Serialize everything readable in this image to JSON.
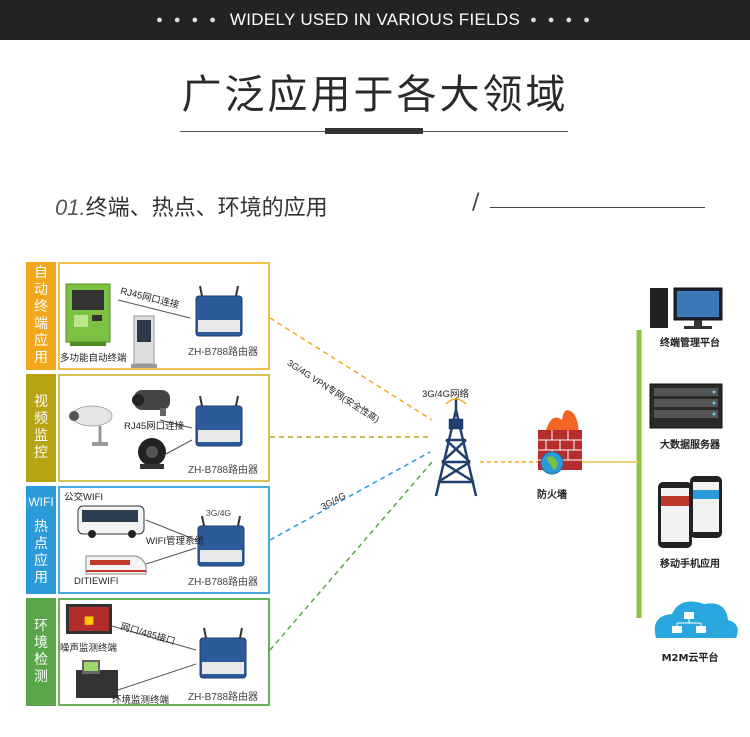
{
  "banner": {
    "text": "WIDELY USED IN VARIOUS FIELDS"
  },
  "title": "广泛应用于各大领域",
  "section": {
    "number": "01.",
    "text": "终端、热点、环境的应用",
    "slash": "/"
  },
  "rows": [
    {
      "label": [
        "自",
        "动",
        "终",
        "端",
        "应",
        "用"
      ],
      "color": "#f2a81d",
      "border": "#f2c04e",
      "device_label": "多功能自动终端",
      "link_label": "RJ45网口连接",
      "router": "ZH-B788路由器"
    },
    {
      "label": [
        "视",
        "频",
        "监",
        "控"
      ],
      "color": "#b6a413",
      "border": "#cfc35a",
      "link_label": "RJ45网口连接",
      "router": "ZH-B788路由器"
    },
    {
      "label_top": "WIFI",
      "label": [
        "热",
        "点",
        "应",
        "用"
      ],
      "color": "#2a9ad8",
      "border": "#4aa9e0",
      "device_label_1": "公交WIFI",
      "device_label_2": "DITIEWIFI",
      "link_label": "WIFI管理系统",
      "router_top": "3G/4G",
      "router": "ZH-B788路由器"
    },
    {
      "label": [
        "环",
        "境",
        "检",
        "测"
      ],
      "color": "#5aa54a",
      "border": "#6ab05a",
      "device_label_1": "噪声监测终端",
      "device_label_2": "环境监测终端",
      "link_label": "网口/485接口",
      "router": "ZH-B788路由器"
    }
  ],
  "links": {
    "vpn": "3G/4G VPN专网(安全性高)",
    "wireless": "3G/4G",
    "network": "3G/4G网络"
  },
  "firewall": "防火墙",
  "platforms": [
    {
      "label": "终端管理平台",
      "icon": "computer-icon"
    },
    {
      "label": "大数据服务器",
      "icon": "server-icon"
    },
    {
      "label": "移动手机应用",
      "icon": "phone-icon"
    },
    {
      "label": "M2M云平台",
      "icon": "cloud-icon"
    }
  ],
  "colors": {
    "orange": "#f2a81d",
    "olive": "#b6a413",
    "blue": "#2a9ad8",
    "green": "#5aa54a",
    "bus": "#8cc63f",
    "router": "#2d5a9a"
  }
}
